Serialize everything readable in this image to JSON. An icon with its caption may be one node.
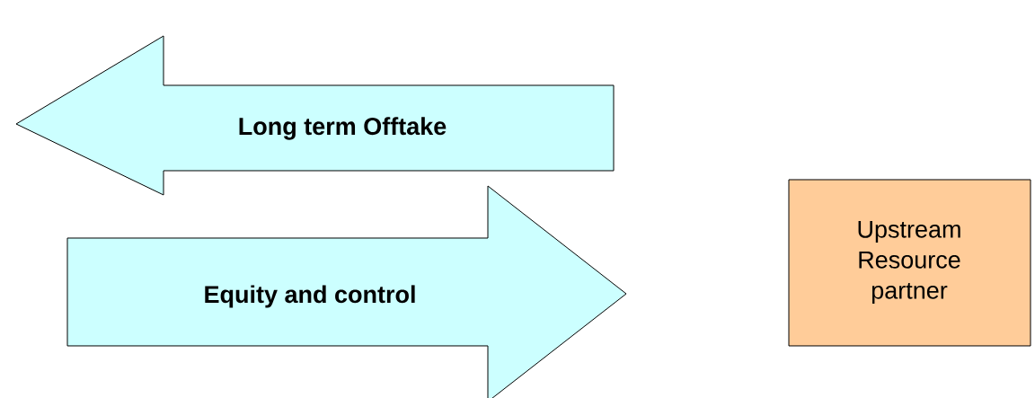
{
  "diagram": {
    "nodes": [
      {
        "text": [
          "Long term Offtake"
        ]
      },
      {
        "text": [
          "Equity and control"
        ]
      },
      {
        "text": [
          "Upstream Resource partner"
        ]
      }
    ]
  }
}
